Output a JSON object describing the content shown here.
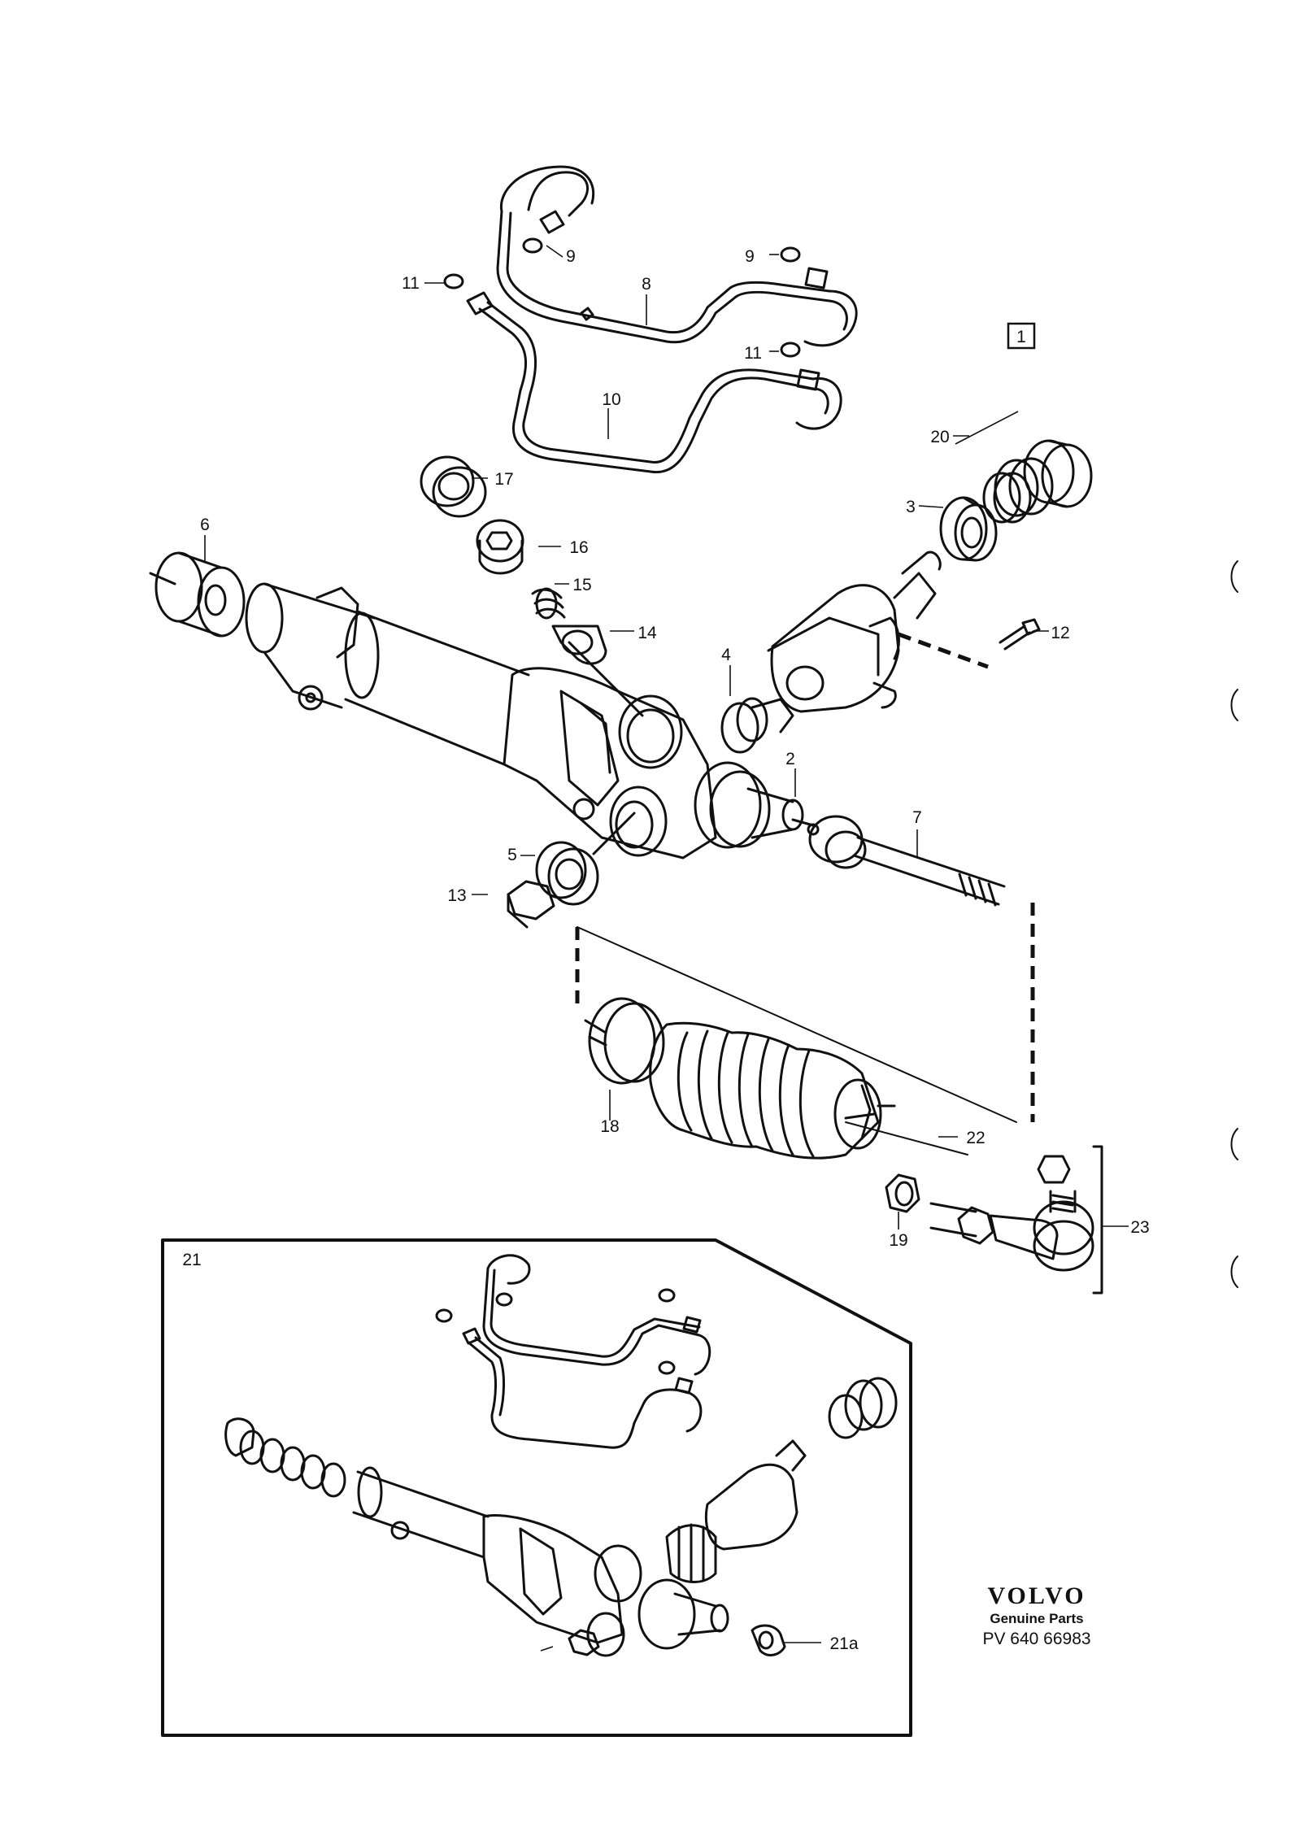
{
  "diagram": {
    "frame_number": "1",
    "callouts": {
      "c2": "2",
      "c3": "3",
      "c4": "4",
      "c5": "5",
      "c6": "6",
      "c7": "7",
      "c8": "8",
      "c9a": "9",
      "c9b": "9",
      "c10": "10",
      "c11a": "11",
      "c11b": "11",
      "c12": "12",
      "c13": "13",
      "c14": "14",
      "c15": "15",
      "c16": "16",
      "c17": "17",
      "c18": "18",
      "c19": "19",
      "c20": "20",
      "c21": "21",
      "c21a": "21a",
      "c22": "22",
      "c23": "23"
    }
  },
  "branding": {
    "logo": "VOLVO",
    "subtitle": "Genuine Parts",
    "reference": "PV 640  66983"
  }
}
